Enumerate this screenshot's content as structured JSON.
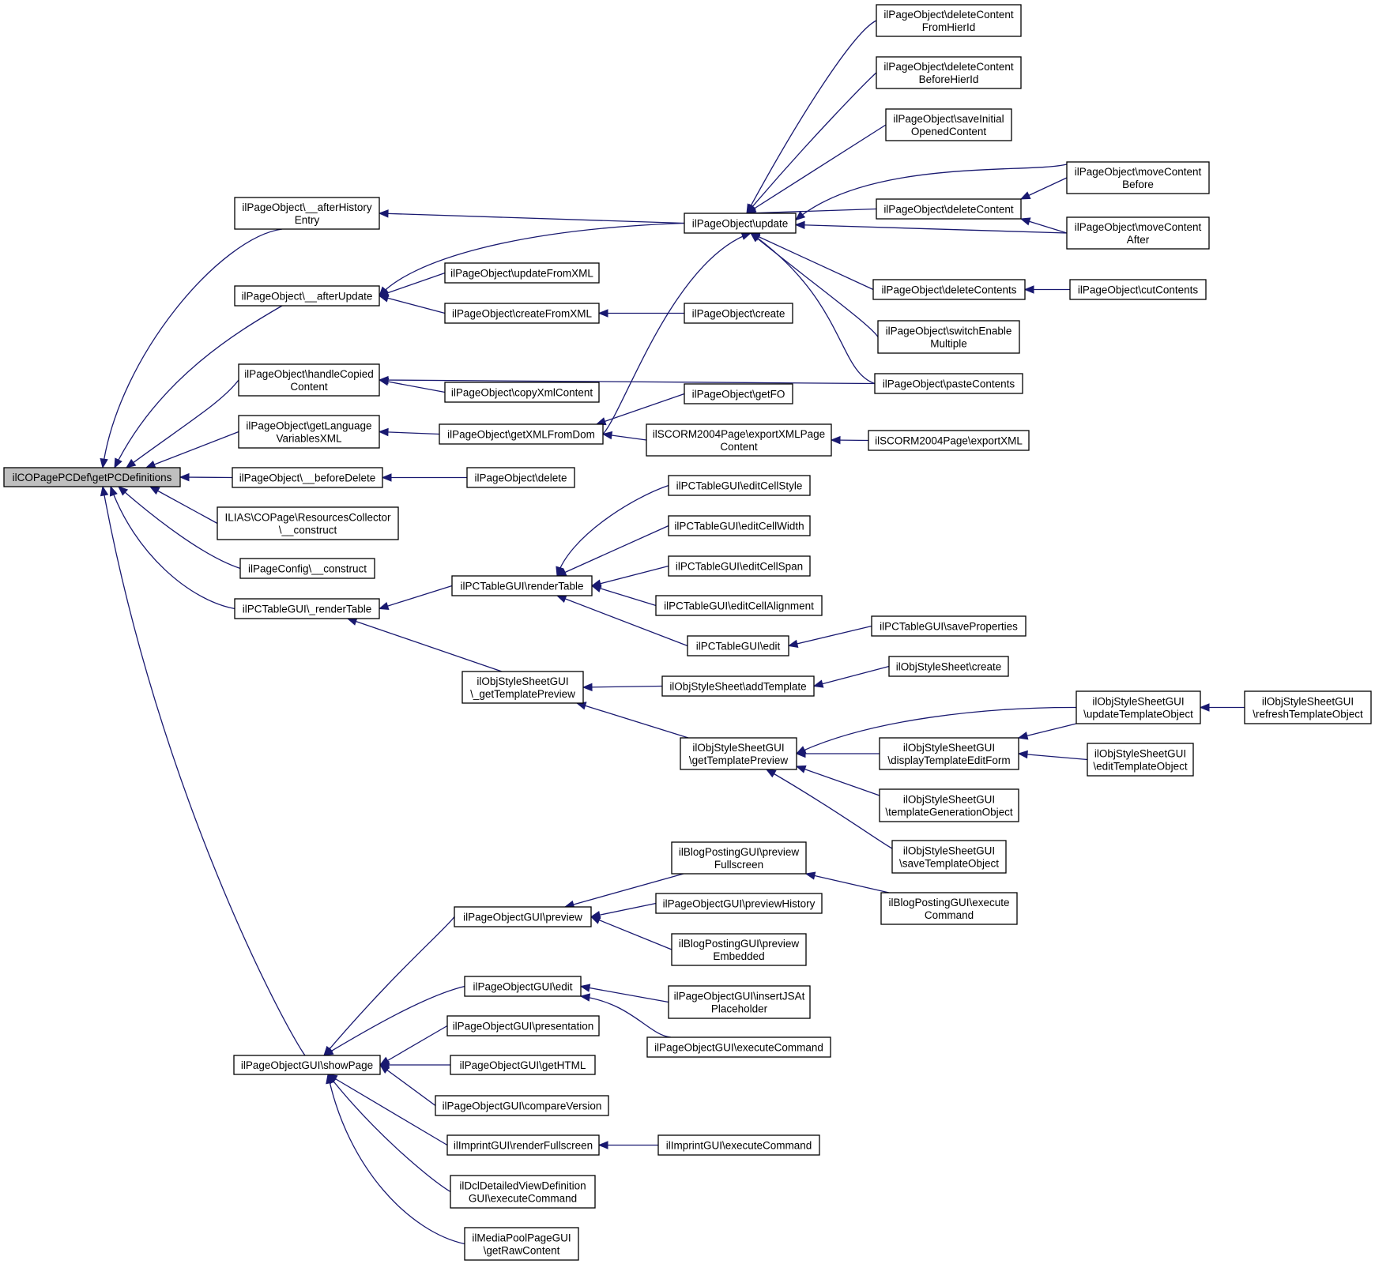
{
  "diagram": {
    "type": "caller-graph",
    "edge_color": "#191970",
    "root_fill": "#bfbfbf",
    "nodes": [
      {
        "id": "root",
        "lines": [
          "ilCOPagePCDef\\getPCDefinitions"
        ]
      },
      {
        "id": "afterHistoryEntry",
        "lines": [
          "ilPageObject\\__afterHistory",
          "Entry"
        ]
      },
      {
        "id": "afterUpdate",
        "lines": [
          "ilPageObject\\__afterUpdate"
        ]
      },
      {
        "id": "handleCopiedContent",
        "lines": [
          "ilPageObject\\handleCopied",
          "Content"
        ]
      },
      {
        "id": "getLanguageVariablesXML",
        "lines": [
          "ilPageObject\\getLanguage",
          "VariablesXML"
        ]
      },
      {
        "id": "beforeDelete",
        "lines": [
          "ilPageObject\\__beforeDelete"
        ]
      },
      {
        "id": "resourcesCollector",
        "lines": [
          "ILIAS\\COPage\\ResourcesCollector",
          "\\__construct"
        ]
      },
      {
        "id": "pageConfigConstruct",
        "lines": [
          "ilPageConfig\\__construct"
        ]
      },
      {
        "id": "pcTableRenderTable",
        "lines": [
          "ilPCTableGUI\\_renderTable"
        ]
      },
      {
        "id": "showPage",
        "lines": [
          "ilPageObjectGUI\\showPage"
        ]
      },
      {
        "id": "update",
        "lines": [
          "ilPageObject\\update"
        ]
      },
      {
        "id": "updateFromXML",
        "lines": [
          "ilPageObject\\updateFromXML"
        ]
      },
      {
        "id": "createFromXML",
        "lines": [
          "ilPageObject\\createFromXML"
        ]
      },
      {
        "id": "copyXmlContent",
        "lines": [
          "ilPageObject\\copyXmlContent"
        ]
      },
      {
        "id": "getXMLFromDom",
        "lines": [
          "ilPageObject\\getXMLFromDom"
        ]
      },
      {
        "id": "pageObjectDelete",
        "lines": [
          "ilPageObject\\delete"
        ]
      },
      {
        "id": "renderTable",
        "lines": [
          "ilPCTableGUI\\renderTable"
        ]
      },
      {
        "id": "getTemplatePreviewUnderscore",
        "lines": [
          "ilObjStyleSheetGUI",
          "\\_getTemplatePreview"
        ]
      },
      {
        "id": "guiPreview",
        "lines": [
          "ilPageObjectGUI\\preview"
        ]
      },
      {
        "id": "guiEdit",
        "lines": [
          "ilPageObjectGUI\\edit"
        ]
      },
      {
        "id": "guiPresentation",
        "lines": [
          "ilPageObjectGUI\\presentation"
        ]
      },
      {
        "id": "guiGetHTML",
        "lines": [
          "ilPageObjectGUI\\getHTML"
        ]
      },
      {
        "id": "guiCompareVersion",
        "lines": [
          "ilPageObjectGUI\\compareVersion"
        ]
      },
      {
        "id": "imprintRenderFullscreen",
        "lines": [
          "ilImprintGUI\\renderFullscreen"
        ]
      },
      {
        "id": "dclDetailed",
        "lines": [
          "ilDclDetailedViewDefinition",
          "GUI\\executeCommand"
        ]
      },
      {
        "id": "mediaPool",
        "lines": [
          "ilMediaPoolPageGUI",
          "\\getRawContent"
        ]
      },
      {
        "id": "pageObjectCreate",
        "lines": [
          "ilPageObject\\create"
        ]
      },
      {
        "id": "getFO",
        "lines": [
          "ilPageObject\\getFO"
        ]
      },
      {
        "id": "exportXMLPageContent",
        "lines": [
          "ilSCORM2004Page\\exportXMLPage",
          "Content"
        ]
      },
      {
        "id": "editCellStyle",
        "lines": [
          "ilPCTableGUI\\editCellStyle"
        ]
      },
      {
        "id": "editCellWidth",
        "lines": [
          "ilPCTableGUI\\editCellWidth"
        ]
      },
      {
        "id": "editCellSpan",
        "lines": [
          "ilPCTableGUI\\editCellSpan"
        ]
      },
      {
        "id": "editCellAlignment",
        "lines": [
          "ilPCTableGUI\\editCellAlignment"
        ]
      },
      {
        "id": "pcTableEdit",
        "lines": [
          "ilPCTableGUI\\edit"
        ]
      },
      {
        "id": "addTemplate",
        "lines": [
          "ilObjStyleSheet\\addTemplate"
        ]
      },
      {
        "id": "getTemplatePreview",
        "lines": [
          "ilObjStyleSheetGUI",
          "\\getTemplatePreview"
        ]
      },
      {
        "id": "blogPreviewFullscreen",
        "lines": [
          "ilBlogPostingGUI\\preview",
          "Fullscreen"
        ]
      },
      {
        "id": "guiPreviewHistory",
        "lines": [
          "ilPageObjectGUI\\previewHistory"
        ]
      },
      {
        "id": "blogPreviewEmbedded",
        "lines": [
          "ilBlogPostingGUI\\preview",
          "Embedded"
        ]
      },
      {
        "id": "insertJSAtPlaceholder",
        "lines": [
          "ilPageObjectGUI\\insertJSAt",
          "Placeholder"
        ]
      },
      {
        "id": "guiExecuteCommand",
        "lines": [
          "ilPageObjectGUI\\executeCommand"
        ]
      },
      {
        "id": "imprintExecuteCommand",
        "lines": [
          "ilImprintGUI\\executeCommand"
        ]
      },
      {
        "id": "deleteContentFromHierId",
        "lines": [
          "ilPageObject\\deleteContent",
          "FromHierId"
        ]
      },
      {
        "id": "deleteContentBeforeHierId",
        "lines": [
          "ilPageObject\\deleteContent",
          "BeforeHierId"
        ]
      },
      {
        "id": "saveInitialOpenedContent",
        "lines": [
          "ilPageObject\\saveInitial",
          "OpenedContent"
        ]
      },
      {
        "id": "deleteContent",
        "lines": [
          "ilPageObject\\deleteContent"
        ]
      },
      {
        "id": "deleteContents",
        "lines": [
          "ilPageObject\\deleteContents"
        ]
      },
      {
        "id": "switchEnableMultiple",
        "lines": [
          "ilPageObject\\switchEnable",
          "Multiple"
        ]
      },
      {
        "id": "pasteContents",
        "lines": [
          "ilPageObject\\pasteContents"
        ]
      },
      {
        "id": "exportXML",
        "lines": [
          "ilSCORM2004Page\\exportXML"
        ]
      },
      {
        "id": "savePropertiesNode",
        "lines": [
          "ilPCTableGUI\\saveProperties"
        ]
      },
      {
        "id": "styleSheetCreate",
        "lines": [
          "ilObjStyleSheet\\create"
        ]
      },
      {
        "id": "displayTemplateEditForm",
        "lines": [
          "ilObjStyleSheetGUI",
          "\\displayTemplateEditForm"
        ]
      },
      {
        "id": "templateGenerationObject",
        "lines": [
          "ilObjStyleSheetGUI",
          "\\templateGenerationObject"
        ]
      },
      {
        "id": "saveTemplateObject",
        "lines": [
          "ilObjStyleSheetGUI",
          "\\saveTemplateObject"
        ]
      },
      {
        "id": "blogExecuteCommand",
        "lines": [
          "ilBlogPostingGUI\\execute",
          "Command"
        ]
      },
      {
        "id": "moveContentBefore",
        "lines": [
          "ilPageObject\\moveContent",
          "Before"
        ]
      },
      {
        "id": "moveContentAfter",
        "lines": [
          "ilPageObject\\moveContent",
          "After"
        ]
      },
      {
        "id": "cutContents",
        "lines": [
          "ilPageObject\\cutContents"
        ]
      },
      {
        "id": "updateTemplateObject",
        "lines": [
          "ilObjStyleSheetGUI",
          "\\updateTemplateObject"
        ]
      },
      {
        "id": "editTemplateObject",
        "lines": [
          "ilObjStyleSheetGUI",
          "\\editTemplateObject"
        ]
      },
      {
        "id": "refreshTemplateObject",
        "lines": [
          "ilObjStyleSheetGUI",
          "\\refreshTemplateObject"
        ]
      }
    ],
    "edges": [
      {
        "from": "root",
        "to": "afterHistoryEntry"
      },
      {
        "from": "root",
        "to": "afterUpdate"
      },
      {
        "from": "root",
        "to": "handleCopiedContent"
      },
      {
        "from": "root",
        "to": "getLanguageVariablesXML"
      },
      {
        "from": "root",
        "to": "beforeDelete"
      },
      {
        "from": "root",
        "to": "resourcesCollector"
      },
      {
        "from": "root",
        "to": "pageConfigConstruct"
      },
      {
        "from": "root",
        "to": "pcTableRenderTable"
      },
      {
        "from": "root",
        "to": "showPage"
      },
      {
        "from": "afterHistoryEntry",
        "to": "update"
      },
      {
        "from": "afterUpdate",
        "to": "update"
      },
      {
        "from": "afterUpdate",
        "to": "updateFromXML"
      },
      {
        "from": "afterUpdate",
        "to": "createFromXML"
      },
      {
        "from": "handleCopiedContent",
        "to": "pasteContents"
      },
      {
        "from": "handleCopiedContent",
        "to": "copyXmlContent"
      },
      {
        "from": "getLanguageVariablesXML",
        "to": "getXMLFromDom"
      },
      {
        "from": "beforeDelete",
        "to": "pageObjectDelete"
      },
      {
        "from": "pcTableRenderTable",
        "to": "renderTable"
      },
      {
        "from": "pcTableRenderTable",
        "to": "getTemplatePreviewUnderscore"
      },
      {
        "from": "showPage",
        "to": "guiPreview"
      },
      {
        "from": "showPage",
        "to": "guiEdit"
      },
      {
        "from": "showPage",
        "to": "guiPresentation"
      },
      {
        "from": "showPage",
        "to": "guiGetHTML"
      },
      {
        "from": "showPage",
        "to": "guiCompareVersion"
      },
      {
        "from": "showPage",
        "to": "imprintRenderFullscreen"
      },
      {
        "from": "showPage",
        "to": "dclDetailed"
      },
      {
        "from": "showPage",
        "to": "mediaPool"
      },
      {
        "from": "update",
        "to": "deleteContentFromHierId"
      },
      {
        "from": "update",
        "to": "deleteContentBeforeHierId"
      },
      {
        "from": "update",
        "to": "saveInitialOpenedContent"
      },
      {
        "from": "update",
        "to": "moveContentBefore"
      },
      {
        "from": "update",
        "to": "deleteContent"
      },
      {
        "from": "update",
        "to": "moveContentAfter"
      },
      {
        "from": "update",
        "to": "deleteContents"
      },
      {
        "from": "update",
        "to": "switchEnableMultiple"
      },
      {
        "from": "update",
        "to": "pasteContents"
      },
      {
        "from": "update",
        "to": "getXMLFromDom"
      },
      {
        "from": "createFromXML",
        "to": "pageObjectCreate"
      },
      {
        "from": "getXMLFromDom",
        "to": "getFO"
      },
      {
        "from": "getXMLFromDom",
        "to": "exportXMLPageContent"
      },
      {
        "from": "renderTable",
        "to": "editCellStyle"
      },
      {
        "from": "renderTable",
        "to": "editCellWidth"
      },
      {
        "from": "renderTable",
        "to": "editCellSpan"
      },
      {
        "from": "renderTable",
        "to": "editCellAlignment"
      },
      {
        "from": "renderTable",
        "to": "pcTableEdit"
      },
      {
        "from": "getTemplatePreviewUnderscore",
        "to": "addTemplate"
      },
      {
        "from": "getTemplatePreviewUnderscore",
        "to": "getTemplatePreview"
      },
      {
        "from": "guiPreview",
        "to": "blogPreviewFullscreen"
      },
      {
        "from": "guiPreview",
        "to": "guiPreviewHistory"
      },
      {
        "from": "guiPreview",
        "to": "blogPreviewEmbedded"
      },
      {
        "from": "guiEdit",
        "to": "insertJSAtPlaceholder"
      },
      {
        "from": "guiEdit",
        "to": "guiExecuteCommand"
      },
      {
        "from": "imprintRenderFullscreen",
        "to": "imprintExecuteCommand"
      },
      {
        "from": "deleteContent",
        "to": "moveContentBefore"
      },
      {
        "from": "deleteContent",
        "to": "moveContentAfter"
      },
      {
        "from": "deleteContents",
        "to": "cutContents"
      },
      {
        "from": "exportXMLPageContent",
        "to": "exportXML"
      },
      {
        "from": "pcTableEdit",
        "to": "savePropertiesNode"
      },
      {
        "from": "addTemplate",
        "to": "styleSheetCreate"
      },
      {
        "from": "getTemplatePreview",
        "to": "updateTemplateObject"
      },
      {
        "from": "getTemplatePreview",
        "to": "displayTemplateEditForm"
      },
      {
        "from": "getTemplatePreview",
        "to": "templateGenerationObject"
      },
      {
        "from": "getTemplatePreview",
        "to": "saveTemplateObject"
      },
      {
        "from": "blogPreviewFullscreen",
        "to": "blogExecuteCommand"
      },
      {
        "from": "displayTemplateEditForm",
        "to": "updateTemplateObject"
      },
      {
        "from": "displayTemplateEditForm",
        "to": "editTemplateObject"
      },
      {
        "from": "updateTemplateObject",
        "to": "refreshTemplateObject"
      }
    ]
  }
}
